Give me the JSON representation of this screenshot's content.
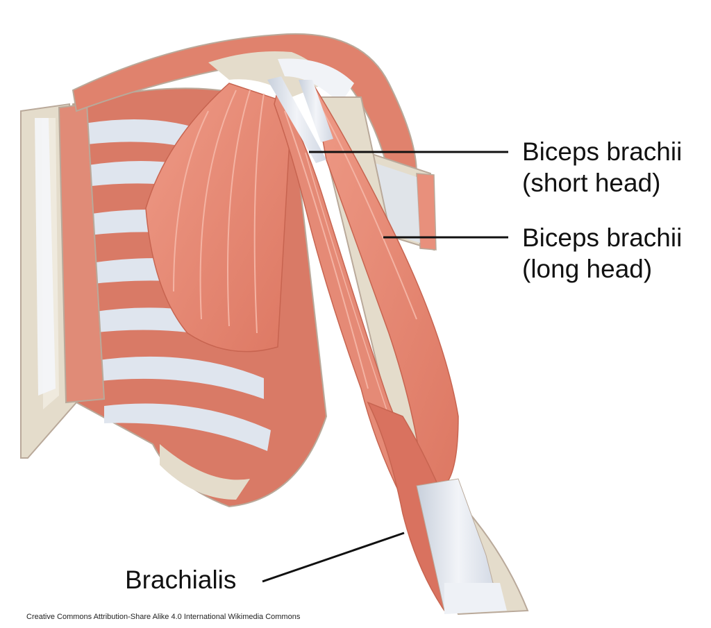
{
  "labels": {
    "short_head_line1": "Biceps brachii",
    "short_head_line2": "(short head)",
    "long_head_line1": "Biceps brachii",
    "long_head_line2": "(long head)",
    "brachialis": "Brachialis"
  },
  "credit": "Creative Commons Attribution-Share Alike 4.0 International Wikimedia Commons",
  "colors": {
    "muscle": "#e8907c",
    "muscle_dark": "#d9725f",
    "tendon": "#dfe5ee",
    "bone": "#e4dccb",
    "outline": "#b9a99a"
  }
}
